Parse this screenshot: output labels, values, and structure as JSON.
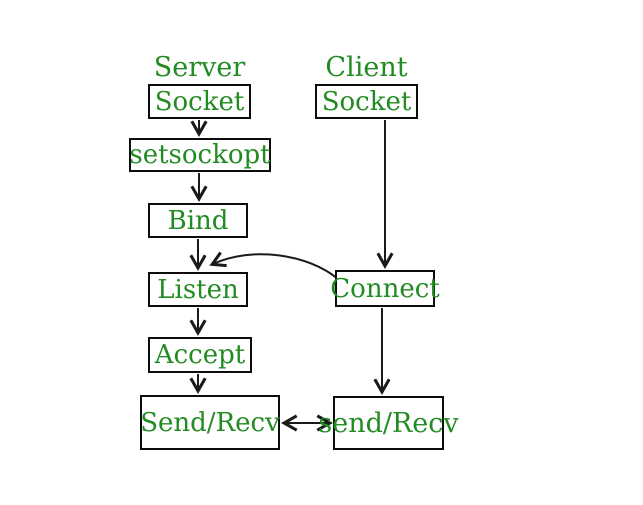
{
  "diagram": {
    "kind": "flowchart",
    "description": "TCP socket server-client call sequence",
    "background": "#ffffff"
  },
  "colors": {
    "node_text": "#228B22",
    "node_border": "#0d0d0d",
    "edge": "#1a1a1a",
    "background": "#ffffff"
  },
  "labels": {
    "server_column": "Server",
    "client_column": "Client"
  },
  "nodes": {
    "server_socket": "Socket",
    "setsockopt": "setsockopt",
    "bind": "Bind",
    "listen": "Listen",
    "accept": "Accept",
    "server_sendrecv": "Send/Recv",
    "client_socket": "Socket",
    "connect": "Connect",
    "client_sendrecv": "send/Recv"
  },
  "edges": [
    {
      "from": "server_socket",
      "to": "setsockopt",
      "style": "arrow"
    },
    {
      "from": "setsockopt",
      "to": "bind",
      "style": "arrow"
    },
    {
      "from": "bind",
      "to": "listen",
      "style": "arrow"
    },
    {
      "from": "listen",
      "to": "accept",
      "style": "arrow"
    },
    {
      "from": "accept",
      "to": "server_sendrecv",
      "style": "arrow"
    },
    {
      "from": "client_socket",
      "to": "connect",
      "style": "arrow"
    },
    {
      "from": "connect",
      "to": "client_sendrecv",
      "style": "arrow"
    },
    {
      "from": "connect",
      "to": "listen",
      "style": "curved-arrow"
    },
    {
      "from": "server_sendrecv",
      "to": "client_sendrecv",
      "style": "double-arrow"
    }
  ]
}
